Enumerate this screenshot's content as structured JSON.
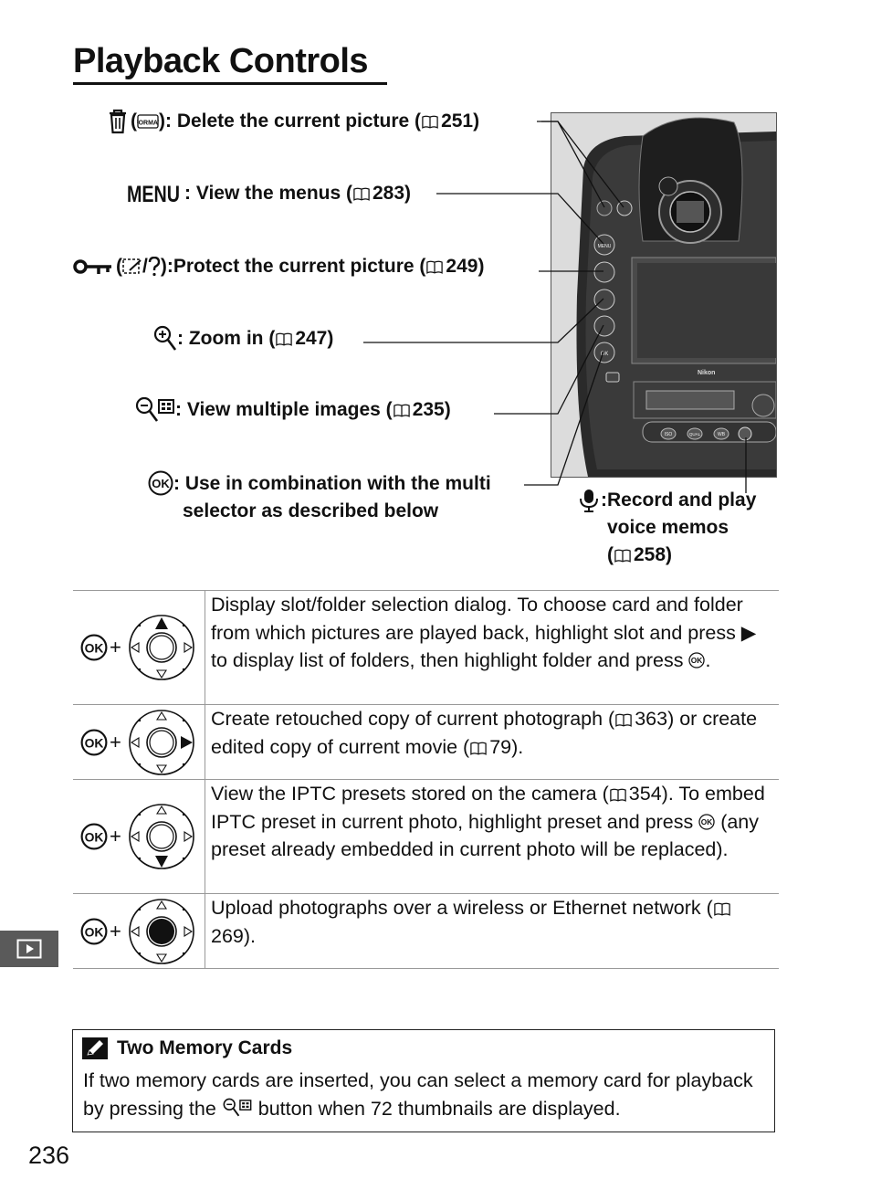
{
  "title": "Playback Controls",
  "callouts": {
    "delete": {
      "prefix": "(",
      "suffix": "): Delete the current picture (",
      "page": "251",
      "close": ")"
    },
    "menu": {
      "text": ": View the menus (",
      "page": "283",
      "close": ")"
    },
    "protect": {
      "prefix": " (",
      "slash": "/",
      "suffix": "):Protect the current picture (",
      "page": "249",
      "close": ")"
    },
    "zoom": {
      "text": ": Zoom in (",
      "page": "247",
      "close": ")"
    },
    "thumbs": {
      "text": ": View multiple images (",
      "page": "235",
      "close": ")"
    },
    "ok": {
      "line1": ": Use in combination with the multi",
      "line2": "selector as described below"
    },
    "voice": {
      "line1": ":Record and play",
      "line2": "voice memos",
      "line3_open": "(",
      "page": "258",
      "close": ")"
    }
  },
  "icons": {
    "delete": "trash-icon",
    "format": "format-icon",
    "menu": "menu-icon",
    "protect": "key-icon",
    "help": "question-icon",
    "zoom": "zoom-in-icon",
    "thumbs": "zoom-out-thumbnail-icon",
    "ok": "ok-icon",
    "voice": "microphone-icon",
    "book": "book-reference-icon",
    "playback": "playback-icon",
    "note": "pencil-note-icon"
  },
  "operations": [
    {
      "dir": "up",
      "parts": [
        "Display slot/folder selection dialog.  To choose card and folder from which pictures are played back, highlight slot and press ",
        "▶",
        " to display list of folders, then highlight folder and press ",
        "."
      ]
    },
    {
      "dir": "right",
      "parts": [
        "Create retouched copy of current photograph (",
        "363",
        ") or create edited copy of current movie (",
        "79",
        ")."
      ]
    },
    {
      "dir": "down",
      "parts": [
        "View the IPTC presets stored on the camera (",
        "354",
        ").  To embed IPTC preset in current photo, highlight preset and press ",
        " (any preset already embedded in current photo will be replaced)."
      ]
    },
    {
      "dir": "center",
      "parts": [
        "Upload photographs over a wireless or Ethernet network (",
        "269",
        ")."
      ]
    }
  ],
  "plus": "+",
  "camera": {
    "brand": "Nikon",
    "buttons": [
      "ISO",
      "QUAL",
      "WB"
    ]
  },
  "note": {
    "title": "Two Memory Cards",
    "body_1": "If two memory cards are inserted, you can select a memory card for playback by pressing the ",
    "body_2": " button when 72 thumbnails are displayed."
  },
  "page_number": "236"
}
